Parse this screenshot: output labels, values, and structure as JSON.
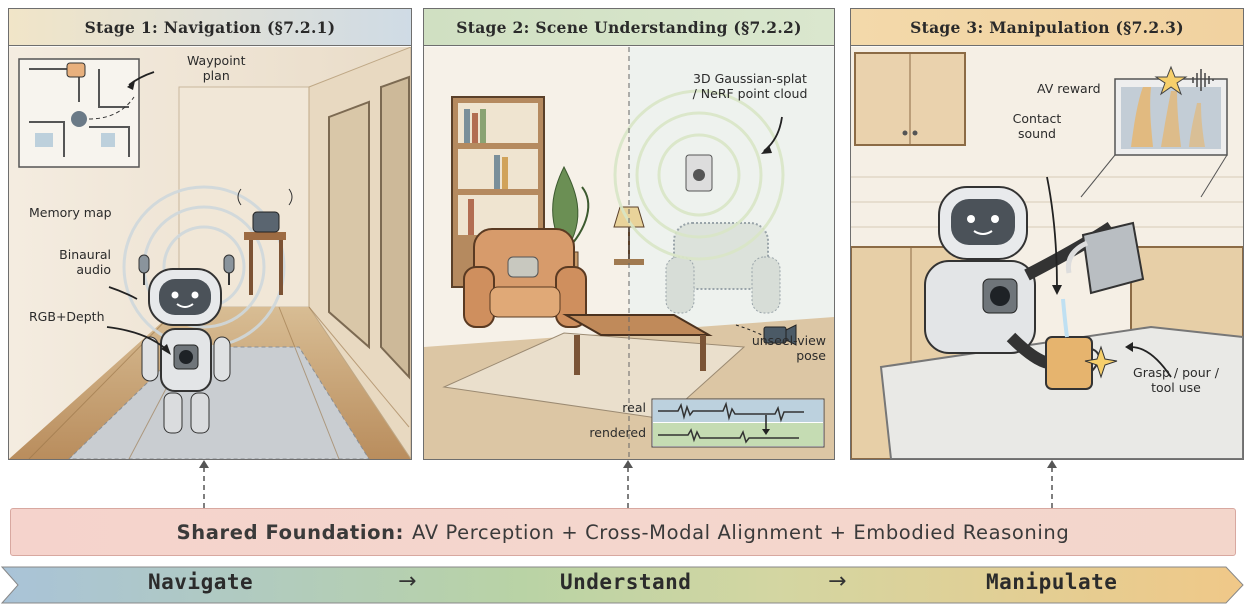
{
  "stages": [
    {
      "title": "Stage 1: Navigation (§7.2.1)",
      "labels": {
        "waypoint": "Waypoint\nplan",
        "memory": "Memory map",
        "binaural": "Binaural\naudio",
        "rgbd": "RGB+Depth"
      }
    },
    {
      "title": "Stage 2: Scene Understanding (§7.2.2)",
      "labels": {
        "splat": "3D Gaussian-splat\n/ NeRF point cloud",
        "unseen": "unseel-view\npose",
        "real": "real",
        "rendered": "rendered"
      }
    },
    {
      "title": "Stage 3: Manipulation (§7.2.3)",
      "labels": {
        "reward": "AV reward",
        "contact": "Contact\nsound",
        "grasp": "Grasp / pour /\ntool use"
      }
    }
  ],
  "foundation": {
    "bold": "Shared Foundation:",
    "text": "AV Perception + Cross-Modal Alignment + Embodied Reasoning"
  },
  "progress": {
    "steps": [
      "Navigate",
      "Understand",
      "Manipulate"
    ],
    "arrow": "→"
  },
  "colors": {
    "navigate": "#a9c3d8",
    "understand": "#b9d3a5",
    "manipulate": "#f0c888",
    "foundation": "#f5d3cc"
  },
  "icons": [
    "telephone-icon",
    "microphone-icon",
    "camera-icon",
    "star-icon",
    "robot-icon",
    "waveform-icon",
    "spectrogram-icon"
  ]
}
